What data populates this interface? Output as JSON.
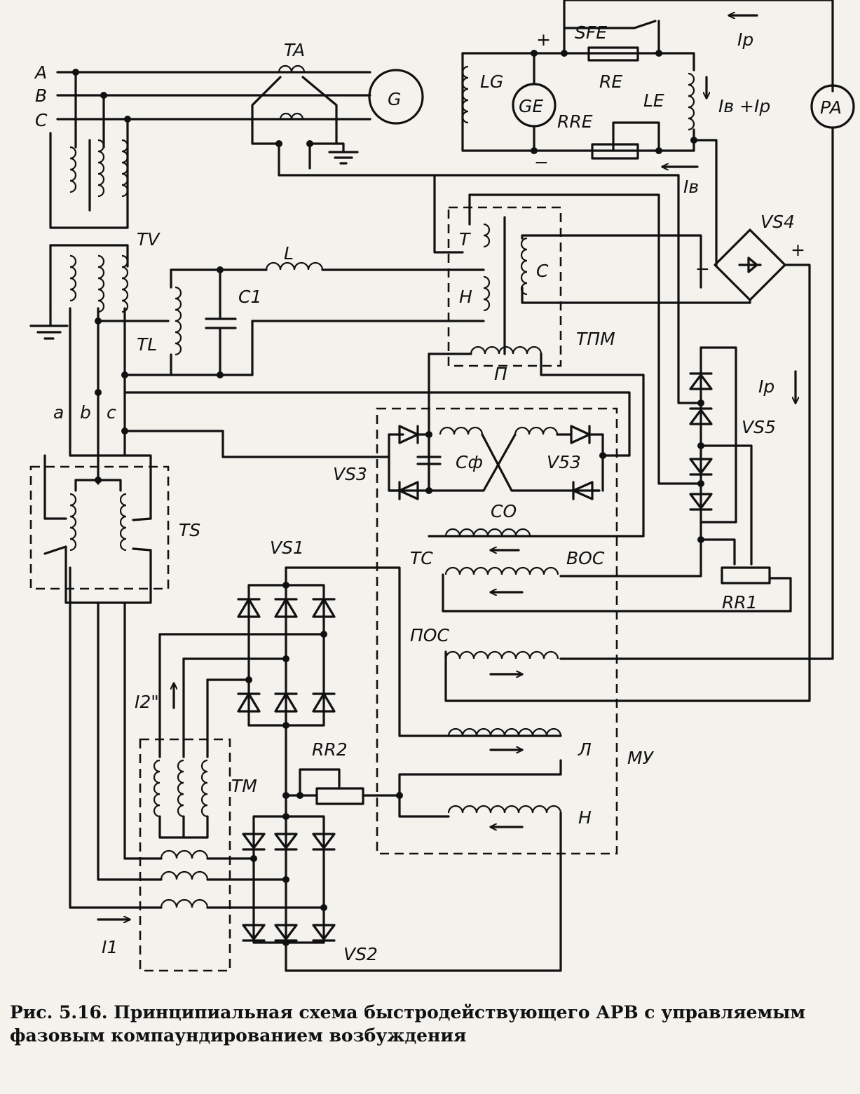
{
  "labels": {
    "A": "A",
    "B": "B",
    "C": "C",
    "TA": "TA",
    "G": "G",
    "TV": "TV",
    "L": "L",
    "C1": "C1",
    "TL": "TL",
    "a": "a",
    "b": "b",
    "c": "c",
    "TS": "TS",
    "SFE": "SFE",
    "RE": "RE",
    "LG": "LG",
    "GE": "GE",
    "RRE": "RRE",
    "LE": "LE",
    "plus_top": "+",
    "minus_top": "−",
    "Ip_top": "Iр",
    "Ib_plus_Ip": "Iв +Iр",
    "Ib": "Iв",
    "PA": "PA",
    "VS4": "VS4",
    "minus_vs4": "−",
    "plus_vs4": "+",
    "T": "T",
    "H_tpm": "H",
    "C_tpm": "C",
    "TPM": "ТПМ",
    "P": "П",
    "VS3_left": "VS3",
    "Cf": "Cф",
    "VS3_right": "V53",
    "CO": "СО",
    "Ip_right": "Iр",
    "VS5": "VS5",
    "TC": "ТС",
    "VOS": "ВОС",
    "RR1": "RR1",
    "POS": "ПОС",
    "VS1": "VS1",
    "I2": "I2\"",
    "TM": "TM",
    "RR2": "RR2",
    "L_mu": "Л",
    "H_mu": "Н",
    "MU": "МУ",
    "VS2": "VS2",
    "I1": "I1"
  },
  "caption": {
    "prefix": "Рис. 5.16.",
    "text": "Принципиальная схема быстродействующего АРВ с управляемым фазовым компаундированием возбуждения"
  }
}
